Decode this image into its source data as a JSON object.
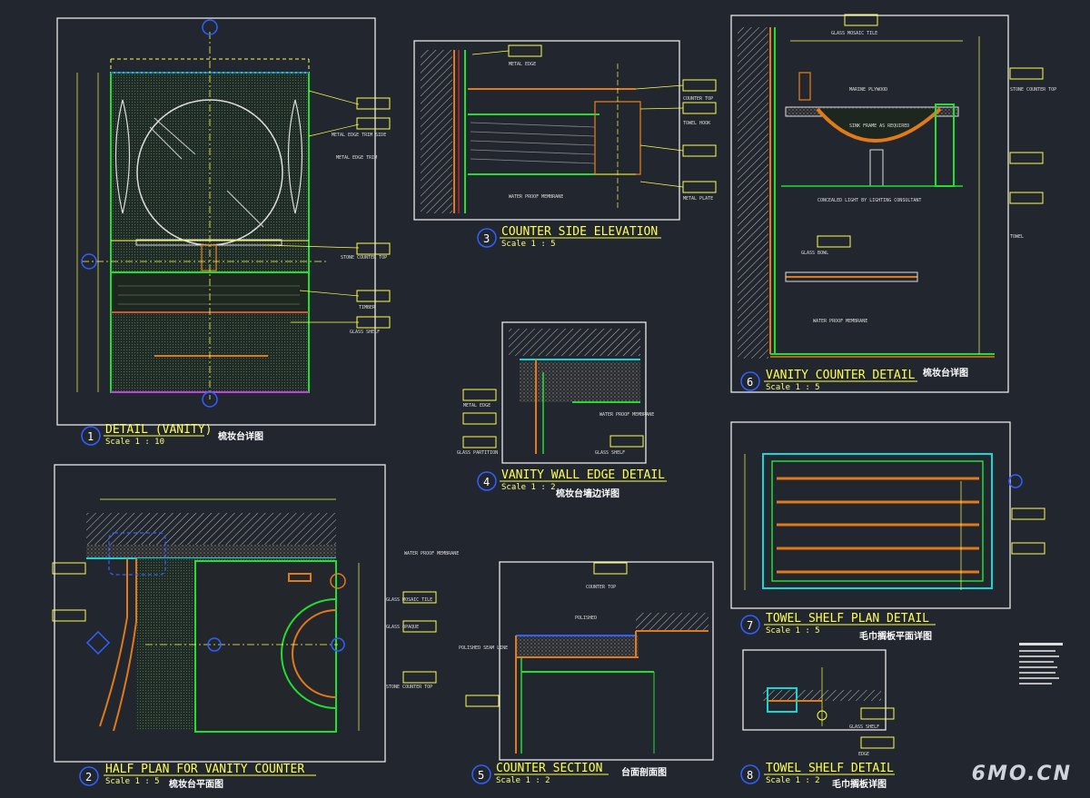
{
  "watermark": "6MO.CN",
  "colors": {
    "background": "#21262f",
    "frame": "#e8e8e8",
    "green": "#22dd33",
    "yellow": "#ffff4d",
    "orange": "#e07a1a",
    "cyan": "#18d6d6",
    "blue": "#3060ff"
  },
  "panels": [
    {
      "num": "1",
      "title": "DETAIL (VANITY)",
      "scale": "Scale 1 : 10",
      "cn": "梳妆台详图"
    },
    {
      "num": "2",
      "title": "HALF PLAN FOR VANITY COUNTER",
      "scale": "Scale 1 : 5",
      "cn": "梳妆台平面图"
    },
    {
      "num": "3",
      "title": "COUNTER SIDE ELEVATION",
      "scale": "Scale 1 : 5",
      "cn": ""
    },
    {
      "num": "4",
      "title": "VANITY WALL EDGE DETAIL",
      "scale": "Scale 1 : 2",
      "cn": "梳妆台墙边详图"
    },
    {
      "num": "5",
      "title": "COUNTER SECTION",
      "scale": "Scale 1 : 2",
      "cn": "台面剖面图"
    },
    {
      "num": "6",
      "title": "VANITY COUNTER DETAIL",
      "scale": "Scale 1 : 5",
      "cn": "梳妆台详图"
    },
    {
      "num": "7",
      "title": "TOWEL SHELF PLAN DETAIL",
      "scale": "Scale 1 : 5",
      "cn": "毛巾搁板平面详图"
    },
    {
      "num": "8",
      "title": "TOWEL SHELF DETAIL",
      "scale": "Scale 1 : 2",
      "cn": "毛巾搁板详图"
    }
  ],
  "annotations": {
    "p1": [
      "METAL EDGE TRIM SIDE",
      "METAL EDGE TRIM",
      "STONE COUNTER TOP",
      "TIMBER",
      "GLASS SHELF"
    ],
    "p3": [
      "METAL EDGE",
      "COUNTER TOP",
      "TOWEL HOOK",
      "WATER PROOF MEMBRANE",
      "METAL PLATE"
    ],
    "p4": [
      "METAL EDGE",
      "GLASS PARTITION",
      "WATER PROOF MEMBRANE",
      "GLASS SHELF"
    ],
    "p6": [
      "GLASS MOSAIC TILE",
      "MARINE PLYWOOD",
      "SINK FRAME AS REQUIRED",
      "CONCEALED LIGHT BY LIGHTING CONSULTANT",
      "GLASS BOWL",
      "WATER PROOF MEMBRANE",
      "STONE COUNTER TOP",
      "TOWEL"
    ],
    "p2": [
      "WATER PROOF MEMBRANE",
      "GLASS MOSAIC TILE",
      "GLASS OPAQUE",
      "STONE COUNTER TOP"
    ],
    "p5": [
      "COUNTER TOP",
      "POLISHED SEAM LINE",
      "POLISHED"
    ],
    "p8": [
      "GLASS SHELF",
      "EDGE"
    ]
  }
}
